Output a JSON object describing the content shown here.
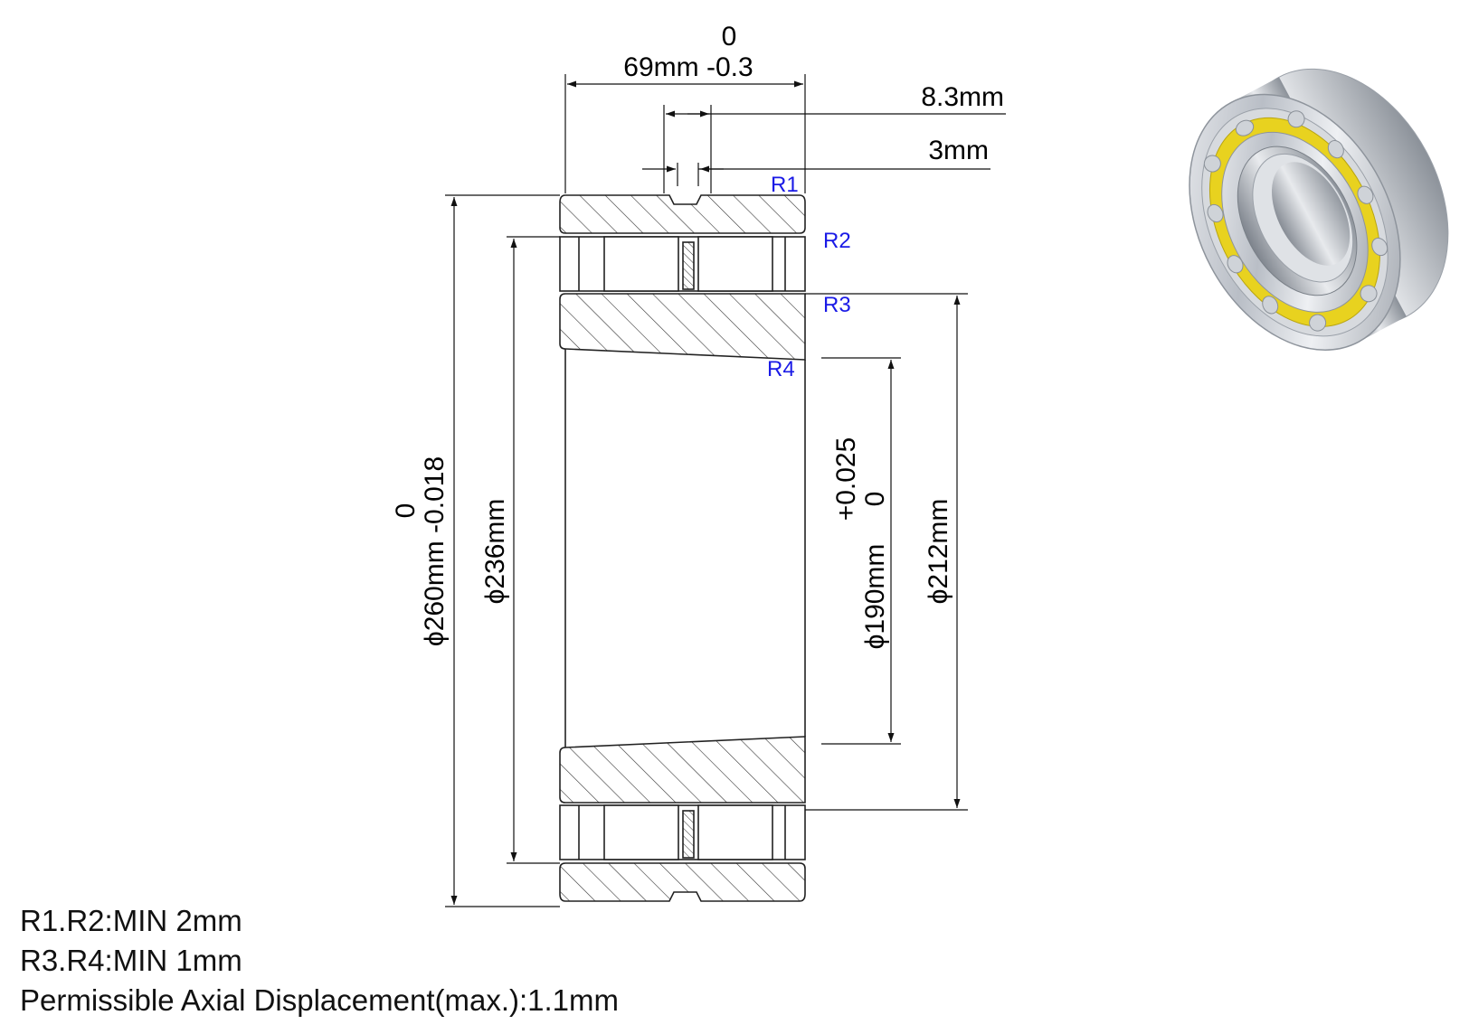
{
  "dimensions": {
    "width_tol_top": "0",
    "width": "69mm -0.3",
    "groove_width": "8.3mm",
    "hole_width": "3mm",
    "outer_tol_top": "0",
    "outer_dia": "ϕ260mm -0.018",
    "outer_race_dia": "ϕ236mm",
    "bore_dia": "ϕ190mm",
    "bore_tol_upper": "+0.025",
    "bore_tol_lower": "0",
    "inner_race_dia": "ϕ212mm"
  },
  "radius_labels": {
    "r1": "R1",
    "r2": "R2",
    "r3": "R3",
    "r4": "R4"
  },
  "notes": [
    "R1.R2:MIN 2mm",
    "R3.R4:MIN 1mm",
    "Permissible Axial Displacement(max.):1.1mm"
  ],
  "colors": {
    "line": "#222222",
    "radius_label": "#1a1ae6",
    "cage": "#e8d21f",
    "steel": "#c8ccd2"
  },
  "icons": {
    "bearing_render": "bearing-3d-icon"
  }
}
